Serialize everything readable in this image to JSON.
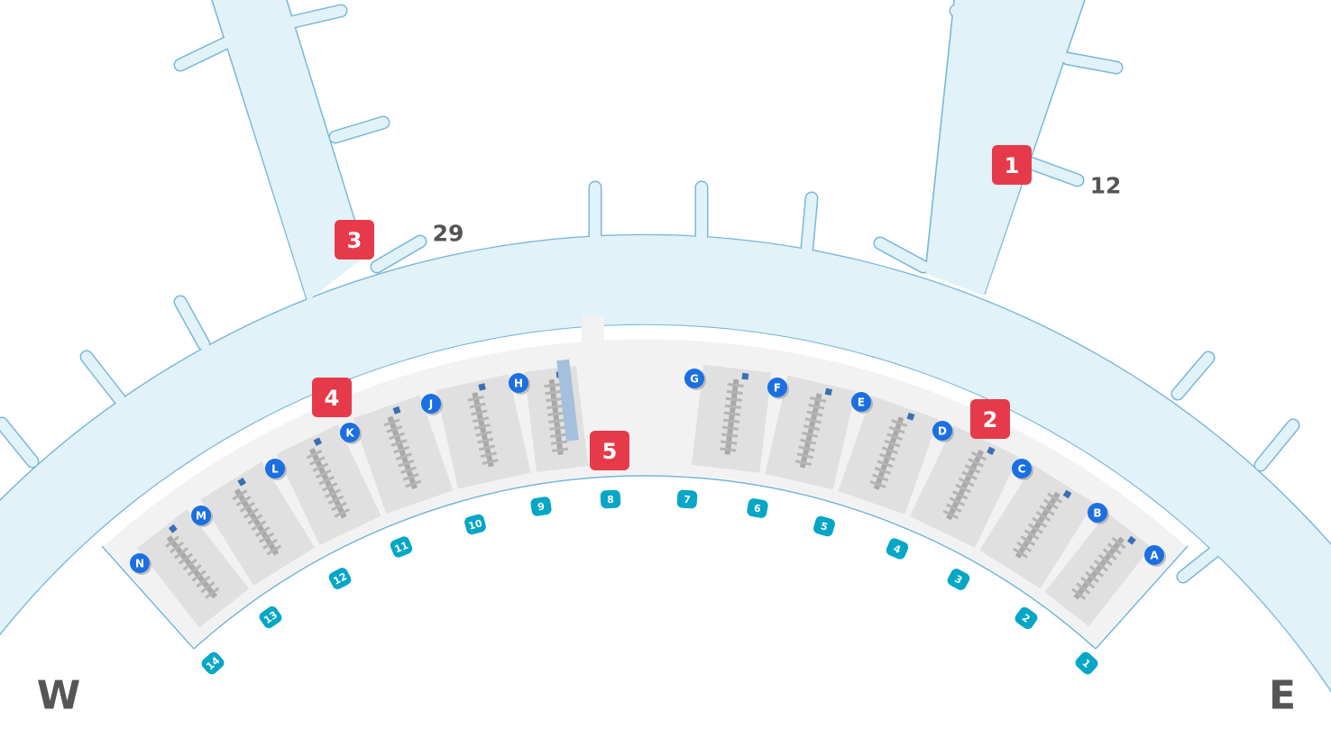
{
  "map": {
    "colors": {
      "apron": "#e1f2f8",
      "apron_border": "#7ab8d8",
      "terminal": "#f2f2f2",
      "counter_block": "#e0e0e0",
      "red_marker": "#e63a4a",
      "checkin_marker": "#1b6fe2",
      "gate_marker": "#05a6c6",
      "text": "#555555"
    },
    "compass": {
      "west": "W",
      "east": "E"
    },
    "gate_range_labels": [
      {
        "id": "pier-east-end",
        "text": "12"
      },
      {
        "id": "pier-west-end",
        "text": "29"
      }
    ],
    "zone_markers": [
      "1",
      "2",
      "3",
      "4",
      "5"
    ],
    "checkin_rows": [
      "N",
      "M",
      "L",
      "K",
      "J",
      "H",
      "G",
      "F",
      "E",
      "D",
      "C",
      "B",
      "A"
    ],
    "entrance_gates": [
      "14",
      "13",
      "12",
      "11",
      "10",
      "9",
      "8",
      "7",
      "6",
      "5",
      "4",
      "3",
      "2",
      "1"
    ]
  }
}
